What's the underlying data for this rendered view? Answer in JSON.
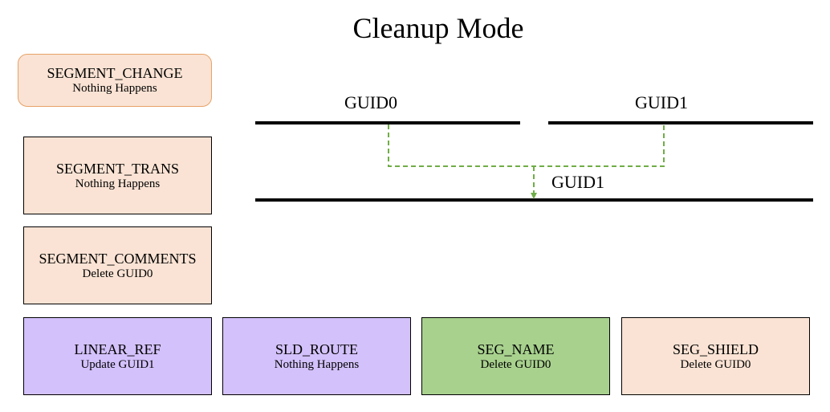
{
  "title": "Cleanup Mode",
  "colors": {
    "peach": "#fae3d4",
    "peach_border": "#e7a267",
    "purple": "#d3c1fb",
    "green": "#a8d18e",
    "arrow": "#70ad47"
  },
  "side_boxes": [
    {
      "name": "SEGMENT_CHANGE",
      "action": "Nothing Happens"
    },
    {
      "name": "SEGMENT_TRANS",
      "action": "Nothing Happens"
    },
    {
      "name": "SEGMENT_COMMENTS",
      "action": "Delete GUID0"
    }
  ],
  "bottom_boxes": [
    {
      "name": "LINEAR_REF",
      "action": "Update GUID1"
    },
    {
      "name": "SLD_ROUTE",
      "action": "Nothing Happens"
    },
    {
      "name": "SEG_NAME",
      "action": "Delete GUID0"
    },
    {
      "name": "SEG_SHIELD",
      "action": "Delete GUID0"
    }
  ],
  "segments": {
    "top_left_label": "GUID0",
    "top_right_label": "GUID1",
    "merged_label": "GUID1"
  }
}
